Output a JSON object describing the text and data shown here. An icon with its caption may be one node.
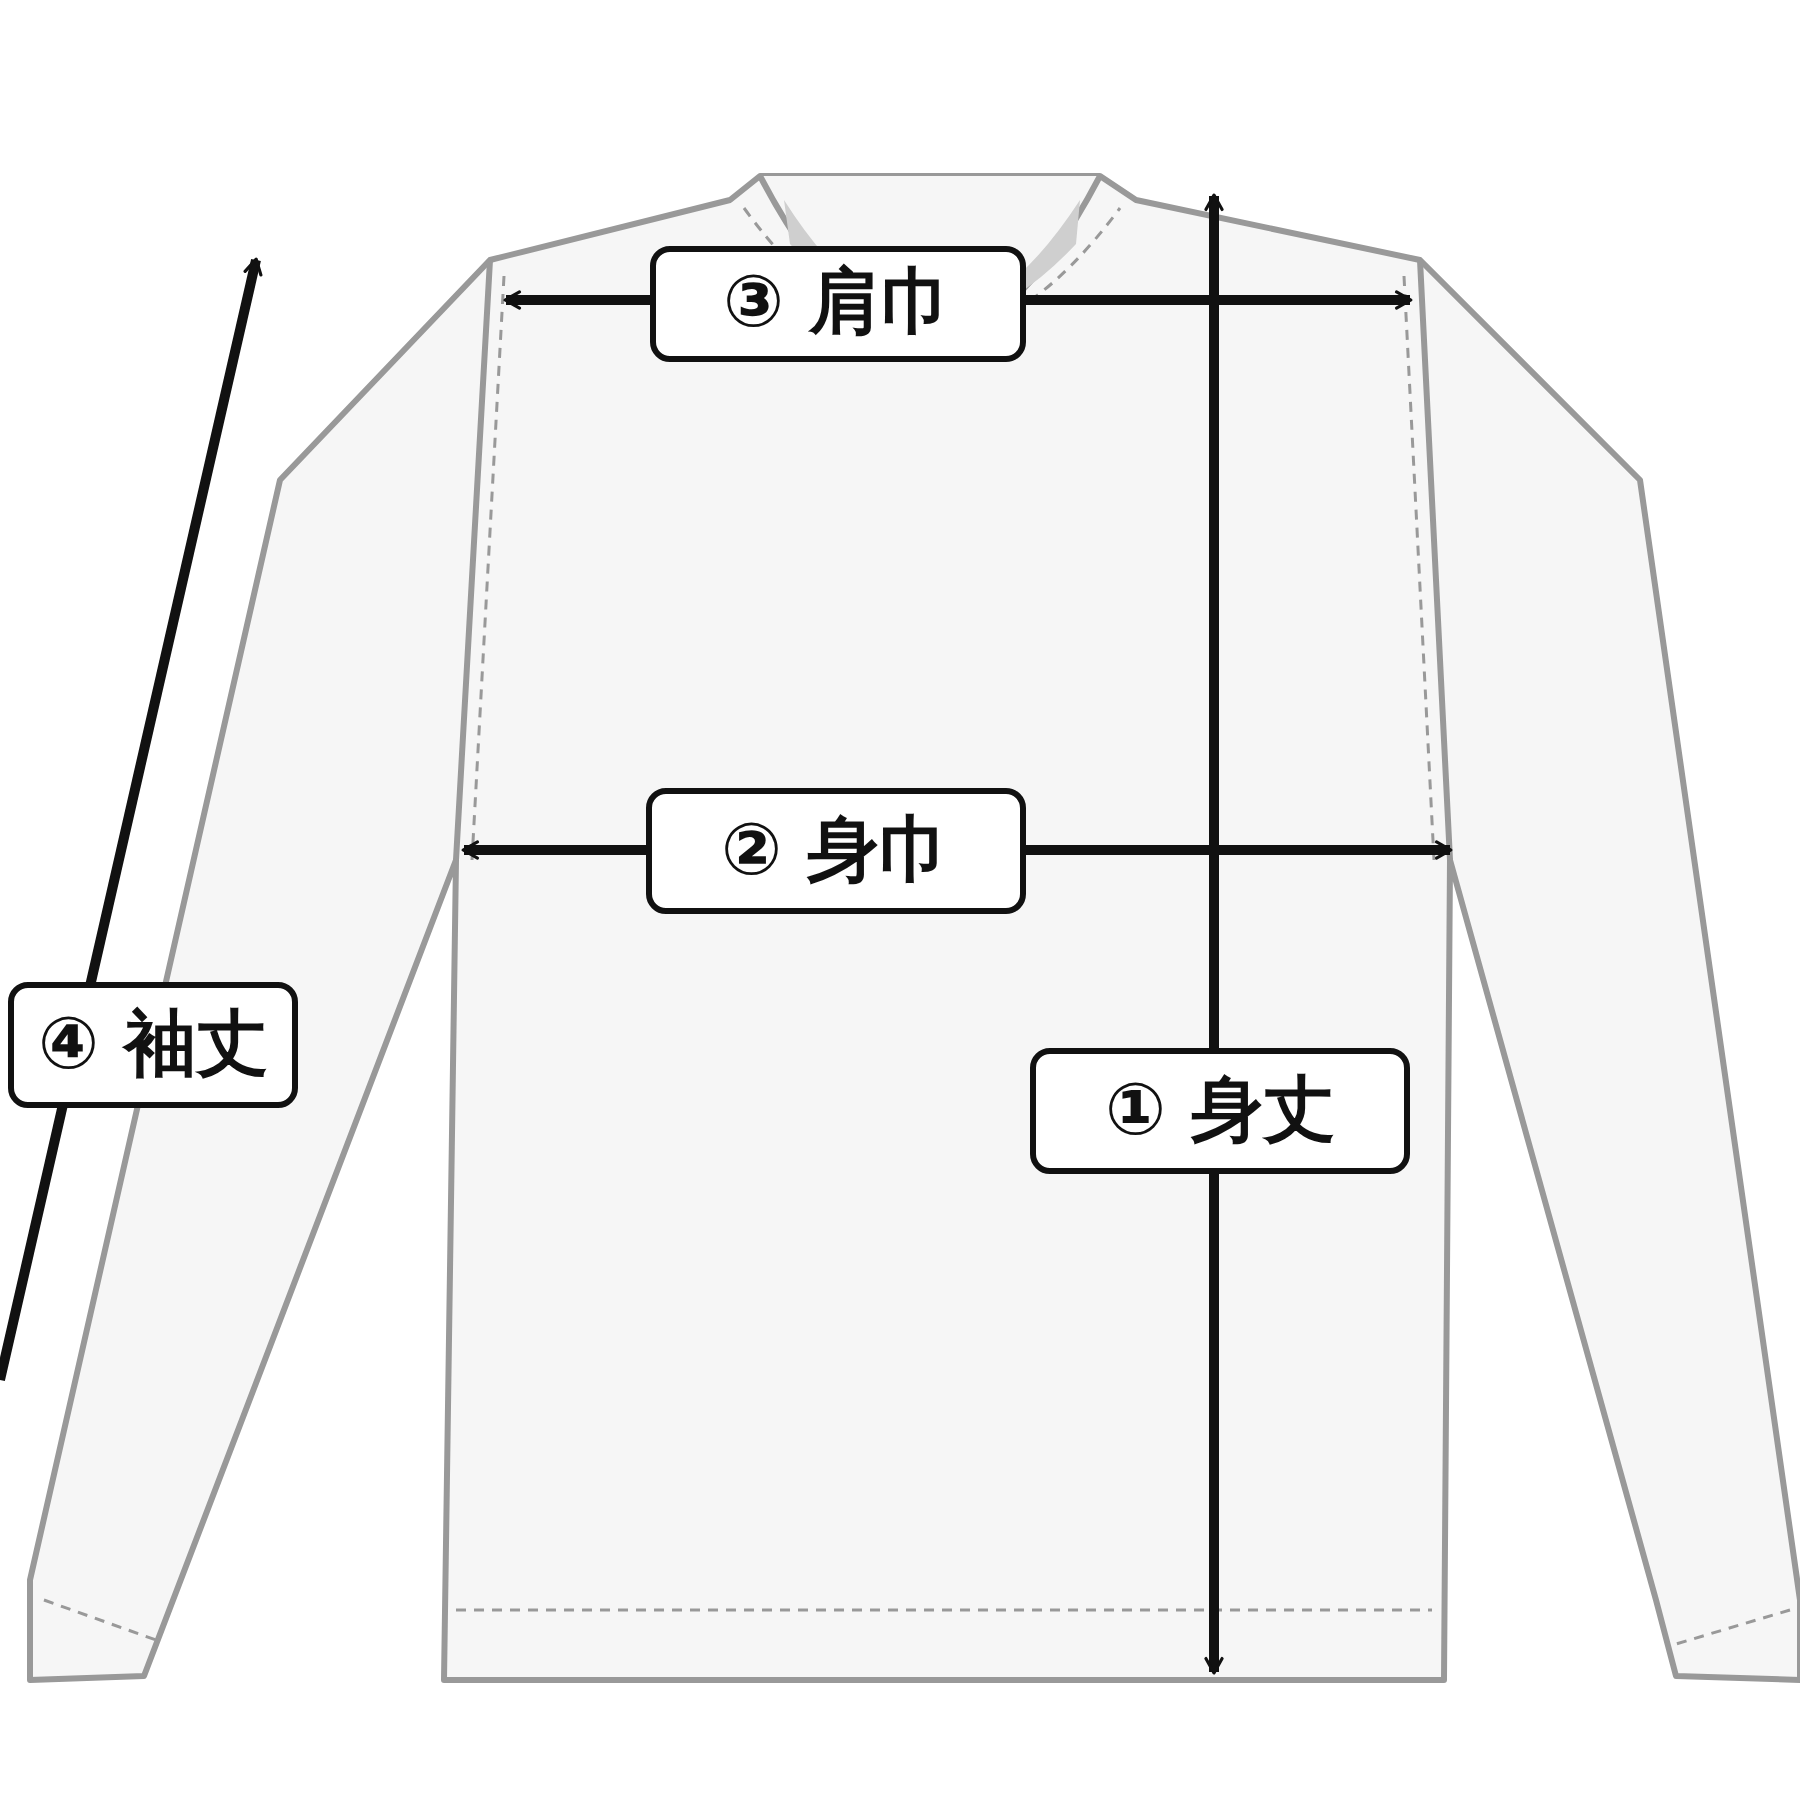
{
  "diagram": {
    "labels": [
      "③ 肩巾",
      "② 身巾",
      "④ 袖丈",
      "① 身丈"
    ]
  }
}
